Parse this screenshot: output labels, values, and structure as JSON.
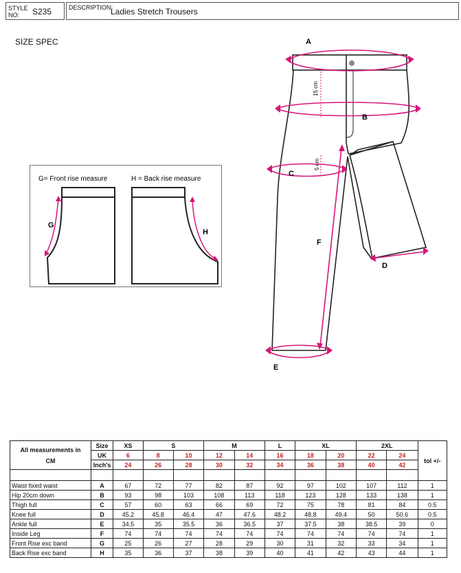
{
  "header": {
    "style_label": "STYLE NO:",
    "style_value": "S235",
    "description_label": "DESCRIPTION:",
    "description_value": "Ladies Stretch Trousers"
  },
  "section_title": "SIZE SPEC",
  "rise_diagram": {
    "front_caption": "G= Front rise measure",
    "back_caption": "H = Back rise measure",
    "front_letter": "G",
    "back_letter": "H"
  },
  "trouser_diagram": {
    "letters": [
      "A",
      "B",
      "C",
      "D",
      "E",
      "F"
    ],
    "note_15": "15 cm",
    "note_5": "5 cm"
  },
  "colors": {
    "accent": "#d6157a",
    "text_red": "#c0242a"
  },
  "table": {
    "intro_line1": "All measurements in",
    "intro_line2": "CM",
    "size_label": "Size",
    "uk_label": "UK",
    "inch_label": "Inch's",
    "tol_label": "tol +/-",
    "sizes": [
      "XS",
      "S",
      "M",
      "L",
      "XL",
      "2XL"
    ],
    "uk": [
      "6",
      "8",
      "10",
      "12",
      "14",
      "16",
      "18",
      "20",
      "22",
      "24"
    ],
    "inch": [
      "24",
      "26",
      "28",
      "30",
      "32",
      "34",
      "36",
      "38",
      "40",
      "42"
    ],
    "rows": [
      {
        "name": "Waist fixed waist",
        "code": "A",
        "values": [
          "67",
          "72",
          "77",
          "82",
          "87",
          "92",
          "97",
          "102",
          "107",
          "112"
        ],
        "tol": "1"
      },
      {
        "name": "Hip 20cm down",
        "code": "B",
        "values": [
          "93",
          "98",
          "103",
          "108",
          "113",
          "118",
          "123",
          "128",
          "133",
          "138"
        ],
        "tol": "1"
      },
      {
        "name": "Thigh full",
        "code": "C",
        "values": [
          "57",
          "60",
          "63",
          "66",
          "69",
          "72",
          "75",
          "78",
          "81",
          "84"
        ],
        "tol": "0.5"
      },
      {
        "name": "Knee full",
        "code": "D",
        "values": [
          "45.2",
          "45.8",
          "46.4",
          "47",
          "47.6",
          "48.2",
          "48.8",
          "49.4",
          "50",
          "50.6"
        ],
        "tol": "0.5"
      },
      {
        "name": "Ankle full",
        "code": "E",
        "values": [
          "34.5",
          "35",
          "35.5",
          "36",
          "36.5",
          "37",
          "37.5",
          "38",
          "38.5",
          "39"
        ],
        "tol": "0"
      },
      {
        "name": "Inside Leg",
        "code": "F",
        "values": [
          "74",
          "74",
          "74",
          "74",
          "74",
          "74",
          "74",
          "74",
          "74",
          "74"
        ],
        "tol": "1"
      },
      {
        "name": "Front Rise exc band",
        "code": "G",
        "values": [
          "25",
          "26",
          "27",
          "28",
          "29",
          "30",
          "31",
          "32",
          "33",
          "34"
        ],
        "tol": "1"
      },
      {
        "name": "Back Rise exc band",
        "code": "H",
        "values": [
          "35",
          "36",
          "37",
          "38",
          "39",
          "40",
          "41",
          "42",
          "43",
          "44"
        ],
        "tol": "1"
      }
    ]
  }
}
